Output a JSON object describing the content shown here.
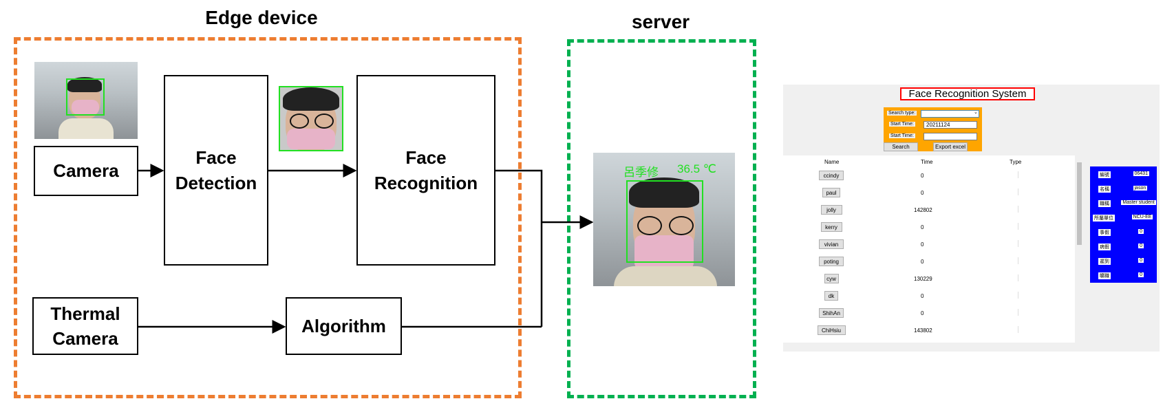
{
  "edge": {
    "title": "Edge device"
  },
  "server": {
    "title": "server",
    "overlay_name": "呂季修",
    "overlay_temp": "36.5 ℃"
  },
  "blocks": {
    "camera": "Camera",
    "face_detection": "Face Detection",
    "face_recognition": "Face Recognition",
    "thermal_camera": "Thermal Camera",
    "algorithm": "Algorithm"
  },
  "colors": {
    "edge_border": "#ED7D31",
    "server_border": "#00B050",
    "ui_form": "#FFA500",
    "ui_info": "#0000FF",
    "title_border": "#FF0000"
  },
  "ui": {
    "title": "Face Recognition System",
    "form": {
      "search_type_label": "Search type:",
      "search_type_value": "",
      "start_time_label": "Start Time:",
      "start_time_value": "20211124",
      "start_time2_label": "Start Time:",
      "start_time2_value": "",
      "search_btn": "Search",
      "export_btn": "Export excel"
    },
    "table": {
      "headers": [
        "Name",
        "Time",
        "Type"
      ],
      "rows": [
        [
          "ccindy",
          "0"
        ],
        [
          "paul",
          "0"
        ],
        [
          "jolly",
          "142802"
        ],
        [
          "kerry",
          "0"
        ],
        [
          "vivian",
          "0"
        ],
        [
          "poting",
          "0"
        ],
        [
          "cyw",
          "130229"
        ],
        [
          "dk",
          "0"
        ],
        [
          "ShihAn",
          "0"
        ],
        [
          "ChiHsiu",
          "143802"
        ]
      ]
    },
    "info": [
      [
        "編號",
        "06431"
      ],
      [
        "名稱",
        "jason"
      ],
      [
        "職稱",
        "Master student"
      ],
      [
        "所屬單位",
        "NCU-EE"
      ],
      [
        "事假",
        "0"
      ],
      [
        "病假",
        "0"
      ],
      [
        "遲到",
        "0"
      ],
      [
        "曠職",
        "0"
      ]
    ]
  }
}
